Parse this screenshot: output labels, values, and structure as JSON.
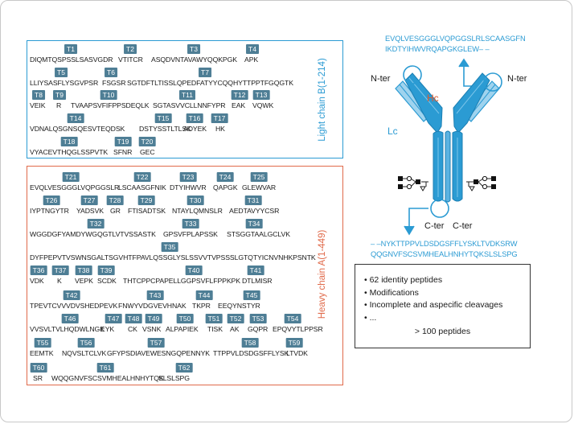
{
  "light_chain": {
    "label": "Light chain B(1-214)",
    "tags": [
      "T1",
      "T2",
      "T3",
      "T4",
      "T5",
      "T6",
      "T7",
      "T8",
      "T9",
      "T10",
      "T11",
      "T12",
      "T13",
      "T14",
      "T15",
      "T16",
      "T17",
      "T18",
      "T19",
      "T20"
    ],
    "segments": [
      "DIQMTQSPSSLSASVGDR",
      "VTITCR",
      "ASQDVNTAVAWYQQKPGK",
      "APK",
      "LLIYSASFLYSGVPSR",
      "FSGSR",
      "SGTDFTLTISSLQPEDFATYYCQQHYTTPPTFGQGTK",
      "VEIK",
      "R",
      "TVAAPSVFIFPPSDEQLK",
      "SGTASVVCLLNNFYPR",
      "EAK",
      "VQWK",
      "VDNALQSGNSQESVTEQDSK",
      "DSTYSSTLTLSK",
      "ADYEK",
      "HK",
      "VYACEVTHQGLSSPVTK",
      "SFNR",
      "GEC"
    ]
  },
  "heavy_chain": {
    "label": "Heavy chain A(1-449)",
    "tags": [
      "T21",
      "T22",
      "T23",
      "T24",
      "T25",
      "T26",
      "T27",
      "T28",
      "T29",
      "T30",
      "T31",
      "T32",
      "T33",
      "T34",
      "T35",
      "T36",
      "T37",
      "T38",
      "T39",
      "T40",
      "T41",
      "T42",
      "T43",
      "T44",
      "T45",
      "T46",
      "T47",
      "T48",
      "T49",
      "T50",
      "T51",
      "T52",
      "T53",
      "T54",
      "T55",
      "T56",
      "T57",
      "T58",
      "T59",
      "T60",
      "T61",
      "T62"
    ],
    "segments": [
      "EVQLVESGGGLVQPGGSLR",
      "LSCAASGFNIK",
      "DTYIHWVR",
      "QAPGK",
      "GLEWVAR",
      "IYPTNGYTR",
      "YADSVK",
      "GR",
      "FTISADTSK",
      "NTAYLQMNSLR",
      "AEDTAVYYCSR",
      "WGGDGFYAMDYWGQGTLVTVSSASTK",
      "GPSVFPLAPSSK",
      "STSGGTAALGCLVK",
      "DYFPEPVTVSWNSGALTSGVHTFPAVLQSSGLYSLSSVVTVPSSSLGTQTYICNVNHKPSNTK",
      "VDK",
      "K",
      "VEPK",
      "SCDK",
      "THTCPPCPAPELLGGPSVFLFPPKPK",
      "DTLMISR",
      "TPEVTCVVVDVSHEDPEVK",
      "FNWYVDGVEVHNAK",
      "TKPR",
      "EEQYNSTYR",
      "VVSVLTVLHQDWLNGK",
      "EYK",
      "CK",
      "VSNK",
      "ALPAPIEK",
      "TISK",
      "AK",
      "GQPR",
      "EPQVYTLPPSR",
      "EEMTK",
      "NQVSLTCLVK",
      "GFYPSDIAVEWESNGQPENNYK",
      "TTPPVLDSDGSFFLYSK",
      "LTVDK",
      "SR",
      "WQQGNVFSCSVMHEALHNHYTQK",
      "SLSLSPG"
    ]
  },
  "antibody": {
    "n_term_seq_1": "EVQLVESGGGLVQPGGSLRLSCAASGFN",
    "n_term_seq_2": "IKDTYIHWVRQAPGKGLEW– –",
    "c_term_seq_1": "– –NYKTTPPVLDSDGSFFLYSKLTVDKSRW",
    "c_term_seq_2": "QQGNVFSCSVMHEALHNHYTQKSLSLSPG",
    "n_ter_left": "N-ter",
    "n_ter_right": "N-ter",
    "hc_label": "Hc",
    "lc_label": "Lc",
    "c_ter_left": "C-ter",
    "c_ter_right": "C-ter",
    "colors": {
      "chain_blue": "#2b9bd3",
      "hc_red": "#e05a2b",
      "light_fill": "#9fd3ee"
    }
  },
  "info": {
    "items": [
      "• 62 identity peptides",
      "• Modifications",
      "• Incomplete and aspecific cleavages",
      "• ..."
    ],
    "summary": "> 100 peptides"
  }
}
